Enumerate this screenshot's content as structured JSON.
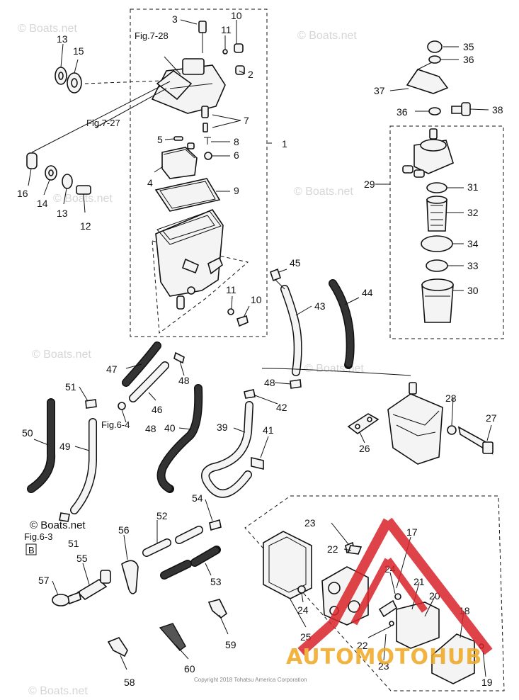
{
  "watermarks": [
    "© Boats.net",
    "© Boats.net",
    "© Boats.net",
    "© Boats.net",
    "© Boats.net",
    "© Boats.net",
    "© Boats.net"
  ],
  "primary_watermark": "© Boats.net",
  "copyright": "Copyright 2018 Tohatsu America Corporation",
  "brand_watermark": {
    "text": "AUTOMOTOHUB",
    "colors": {
      "triangle": "#d9232a",
      "text_primary": "#f0a720",
      "text_secondary": "#8a8a8a"
    }
  },
  "refs": {
    "fig_7_28": "Fig.7-28",
    "fig_7_27": "Fig.7-27",
    "fig_6_4": "Fig.6-4",
    "fig_6_3": "Fig.6-3",
    "box_b": "B"
  },
  "callouts": [
    "1",
    "2",
    "3",
    "4",
    "5",
    "6",
    "7",
    "8",
    "9",
    "10",
    "10",
    "11",
    "11",
    "12",
    "13",
    "13",
    "14",
    "15",
    "16",
    "17",
    "18",
    "19",
    "20",
    "21",
    "22",
    "22",
    "23",
    "23",
    "24",
    "24",
    "25",
    "26",
    "27",
    "28",
    "29",
    "30",
    "31",
    "32",
    "33",
    "34",
    "35",
    "36",
    "36",
    "37",
    "38",
    "39",
    "40",
    "41",
    "42",
    "43",
    "44",
    "45",
    "46",
    "47",
    "48",
    "48",
    "48",
    "49",
    "50",
    "51",
    "51",
    "52",
    "53",
    "54",
    "55",
    "56",
    "57",
    "58",
    "59",
    "60"
  ]
}
